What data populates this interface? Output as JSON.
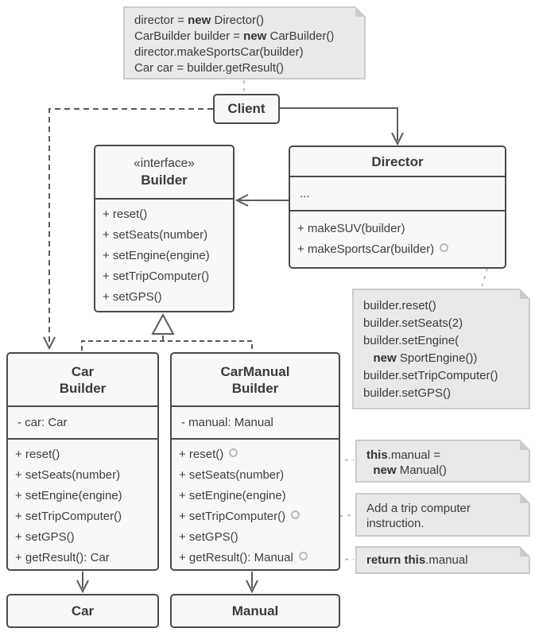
{
  "colors": {
    "box_fill": "#f8f8f8",
    "box_border": "#4a4a4a",
    "note_fill": "#e9e9e9",
    "note_border": "#cbcbcb",
    "text": "#3e3e3e",
    "connector_dark": "#5b5b5b",
    "connector_light": "#bcbcbc"
  },
  "classes": {
    "client": {
      "name": "Client"
    },
    "builder": {
      "stereotype": "«interface»",
      "name": "Builder",
      "methods": [
        {
          "t": "+ reset()"
        },
        {
          "t": "+ setSeats(number)"
        },
        {
          "t": "+ setEngine(engine)"
        },
        {
          "t": "+ setTripComputer()"
        },
        {
          "t": "+ setGPS()"
        }
      ]
    },
    "director": {
      "name": "Director",
      "fields": [
        {
          "t": "..."
        }
      ],
      "methods": [
        {
          "t": "+ makeSUV(builder)"
        },
        {
          "t": "+ makeSportsCar(builder)",
          "anchor": true
        }
      ]
    },
    "car_builder": {
      "name": "Car\nBuilder",
      "fields": [
        {
          "t": "- car: Car"
        }
      ],
      "methods": [
        {
          "t": "+ reset()"
        },
        {
          "t": "+ setSeats(number)"
        },
        {
          "t": "+ setEngine(engine)"
        },
        {
          "t": "+ setTripComputer()"
        },
        {
          "t": "+ setGPS()"
        },
        {
          "t": "+ getResult(): Car"
        }
      ]
    },
    "car_manual_builder": {
      "name": "CarManual\nBuilder",
      "fields": [
        {
          "t": "- manual: Manual"
        }
      ],
      "methods": [
        {
          "t": "+ reset()",
          "anchor": true
        },
        {
          "t": "+ setSeats(number)"
        },
        {
          "t": "+ setEngine(engine)"
        },
        {
          "t": "+ setTripComputer()",
          "anchor": true
        },
        {
          "t": "+ setGPS()"
        },
        {
          "t": "+ getResult(): Manual",
          "anchor": true
        }
      ]
    },
    "car": {
      "name": "Car"
    },
    "manual": {
      "name": "Manual"
    }
  },
  "notes": {
    "client_code": {
      "lines": [
        [
          {
            "t": "director = "
          },
          {
            "t": "new",
            "b": true
          },
          {
            "t": " Director()"
          }
        ],
        [
          {
            "t": "CarBuilder builder = "
          },
          {
            "t": "new",
            "b": true
          },
          {
            "t": " CarBuilder()"
          }
        ],
        [
          {
            "t": "director.makeSportsCar(builder)"
          }
        ],
        [
          {
            "t": "Car car = builder.getResult()"
          }
        ]
      ]
    },
    "make_sports_car": {
      "lines": [
        [
          {
            "t": "builder.reset()"
          }
        ],
        [
          {
            "t": "builder.setSeats(2)"
          }
        ],
        [
          {
            "t": "builder.setEngine("
          }
        ],
        [
          {
            "t": "   "
          },
          {
            "t": "new",
            "b": true
          },
          {
            "t": " SportEngine())"
          }
        ],
        [
          {
            "t": "builder.setTripComputer()"
          }
        ],
        [
          {
            "t": "builder.setGPS()"
          }
        ]
      ]
    },
    "reset_impl": {
      "lines": [
        [
          {
            "t": "this",
            "b": true
          },
          {
            "t": ".manual ="
          }
        ],
        [
          {
            "t": "  "
          },
          {
            "t": "new",
            "b": true
          },
          {
            "t": " Manual()"
          }
        ]
      ]
    },
    "trip_computer": {
      "lines": [
        [
          {
            "t": "Add a trip computer"
          }
        ],
        [
          {
            "t": "instruction."
          }
        ]
      ]
    },
    "get_result": {
      "lines": [
        [
          {
            "t": "return this",
            "b": true
          },
          {
            "t": ".manual"
          }
        ]
      ]
    }
  }
}
